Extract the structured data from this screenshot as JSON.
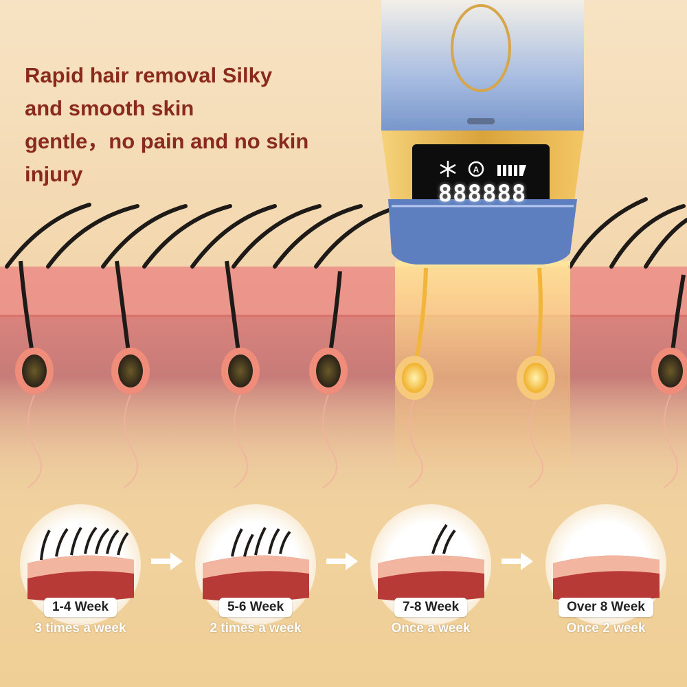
{
  "headline": {
    "line1": "Rapid hair removal Silky",
    "line2": "and smooth skin",
    "line3": "gentle，no pain and no skin",
    "line4": "injury"
  },
  "device": {
    "display_digits": "888888",
    "icons": [
      "snowflake-icon",
      "auto-mode-icon",
      "energy-level-icon"
    ],
    "energy_level": 5,
    "colors": {
      "body_blue": "#6f8fc8",
      "band_gold": "#d9a33a"
    }
  },
  "stages": [
    {
      "period": "1-4 Week",
      "frequency": "3 times a week",
      "hair_count": 7
    },
    {
      "period": "5-6 Week",
      "frequency": "2 times a week",
      "hair_count": 5
    },
    {
      "period": "7-8 Week",
      "frequency": "Once a week",
      "hair_count": 2
    },
    {
      "period": "Over 8 Week",
      "frequency": "Once 2 week",
      "hair_count": 0
    }
  ],
  "colors": {
    "headline": "#8a2a1c",
    "skin": "#e88a80",
    "hair": "#1e1a18"
  }
}
